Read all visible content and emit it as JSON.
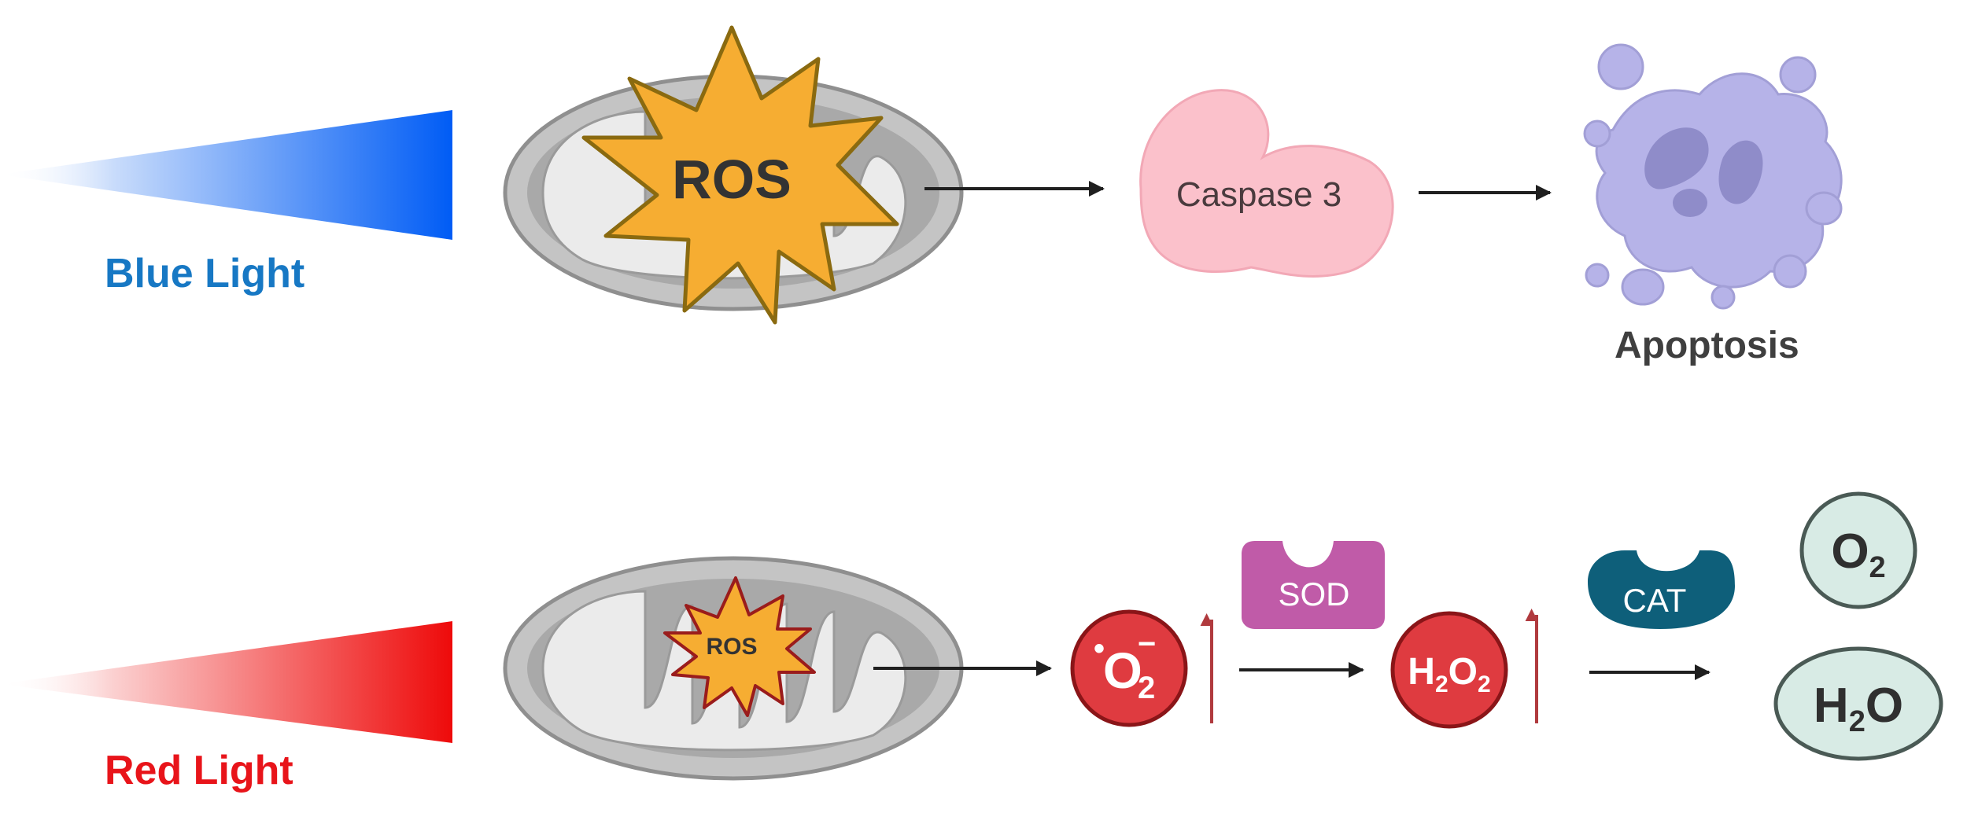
{
  "labels": {
    "blue_light": "Blue Light",
    "red_light": "Red Light",
    "apoptosis": "Apoptosis"
  },
  "nodes": {
    "ros_top": "ROS",
    "ros_bottom": "ROS",
    "caspase": "Caspase 3",
    "sod": "SOD",
    "cat": "CAT"
  },
  "molecules": {
    "superoxide": {
      "main": "O",
      "sub": "2",
      "sup": "−",
      "radical": "•"
    },
    "h2o2": {
      "a": "H",
      "a_sub": "2",
      "b": "O",
      "b_sub": "2"
    },
    "o2": {
      "a": "O",
      "a_sub": "2"
    },
    "h2o": {
      "a": "H",
      "a_sub": "2",
      "b": "O"
    }
  },
  "colors": {
    "blue": "#005cf5",
    "red": "#ee0a0a",
    "ros_fill": "#f6ad32",
    "caspase_fill": "#fbc1cb",
    "apoptosis_fill": "#b6b3e8",
    "sod_fill": "#c05ba8",
    "cat_fill": "#0e5f7a",
    "molecule_red": "#df3b40",
    "molecule_light": "#d8ebe5"
  }
}
